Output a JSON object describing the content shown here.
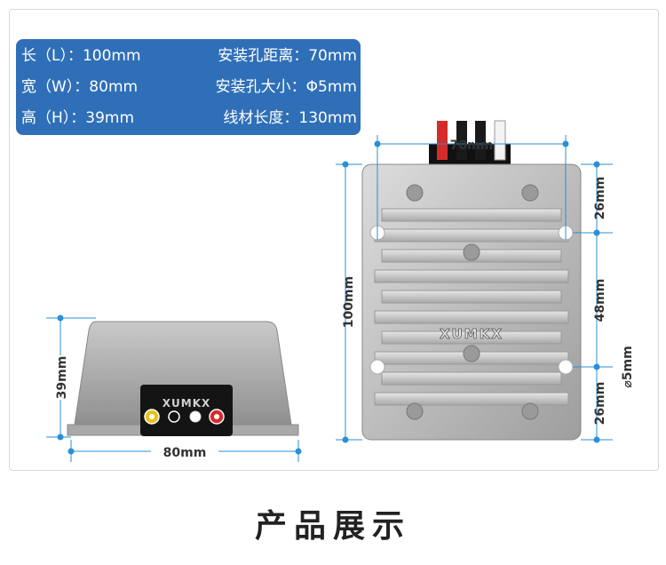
{
  "specs": {
    "length": "长（L）：100mm",
    "hole_distance": "安装孔距离：70mm",
    "width": "宽（W）：80mm",
    "hole_size": "安装孔大小：Φ5mm",
    "height": "高（H）：39mm",
    "wire_length": "线材长度：130mm"
  },
  "dimensions": {
    "top_width": "70mm",
    "total_height": "100mm",
    "top_margin": "26mm",
    "middle": "48mm",
    "bottom_margin": "26mm",
    "hole": "⌀5mm",
    "side_height": "39mm",
    "side_width": "80mm"
  },
  "brand": "XUMKX",
  "footer": {
    "title": "产品展示"
  },
  "colors": {
    "panel": "#2f6fb8",
    "dim_line": "#2a8fd6",
    "wire_red": "#d62b2b"
  }
}
